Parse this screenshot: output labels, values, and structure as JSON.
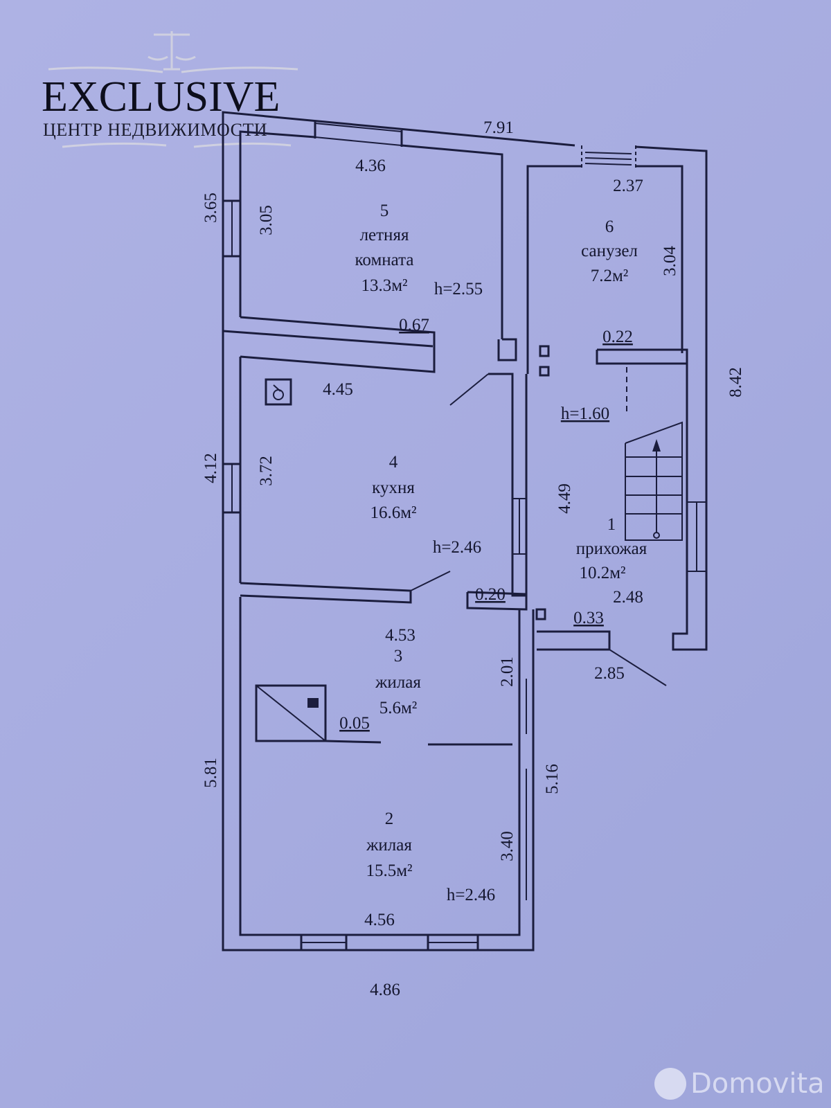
{
  "logo": {
    "title": "EXCLUSIVE",
    "subtitle": "ЦЕНТР НЕДВИЖИМОСТИ",
    "icon": "scales-icon"
  },
  "watermark": {
    "text": "Domovita"
  },
  "colors": {
    "background": "#a9aee0",
    "lines": "#1b1d3d"
  },
  "rooms": [
    {
      "number": "1",
      "name": "прихожая",
      "area": "10.2м²"
    },
    {
      "number": "2",
      "name": "жилая",
      "area": "15.5м²",
      "height": "h=2.46"
    },
    {
      "number": "3",
      "name": "жилая",
      "area": "5.6м²"
    },
    {
      "number": "4",
      "name": "кухня",
      "area": "16.6м²",
      "height": "h=2.46"
    },
    {
      "number": "5",
      "name": "летняя",
      "name2": "комната",
      "area": "13.3м²",
      "height": "h=2.55"
    },
    {
      "number": "6",
      "name": "санузел",
      "area": "7.2м²"
    }
  ],
  "stair_height": "h=1.60",
  "dimensions": {
    "top_total": "7.91",
    "room5_width": "4.36",
    "room5_outer_height": "3.65",
    "room5_height": "3.05",
    "wall_067": "0.67",
    "room4_width": "4.45",
    "room4_outer_height": "4.12",
    "room4_height": "3.72",
    "wall_020": "0.20",
    "room3_width": "4.53",
    "room3_depth": "2.01",
    "wall_005": "0.05",
    "room2_outer_height": "5.81",
    "room2_right": "5.16",
    "room2_depth": "3.40",
    "room2_width": "4.56",
    "bottom_total": "4.86",
    "room6_width": "2.37",
    "room6_depth": "3.04",
    "wall_022": "0.22",
    "hall_depth": "4.49",
    "hall_width": "2.48",
    "wall_033": "0.33",
    "porch": "2.85",
    "right_total": "8.42"
  }
}
